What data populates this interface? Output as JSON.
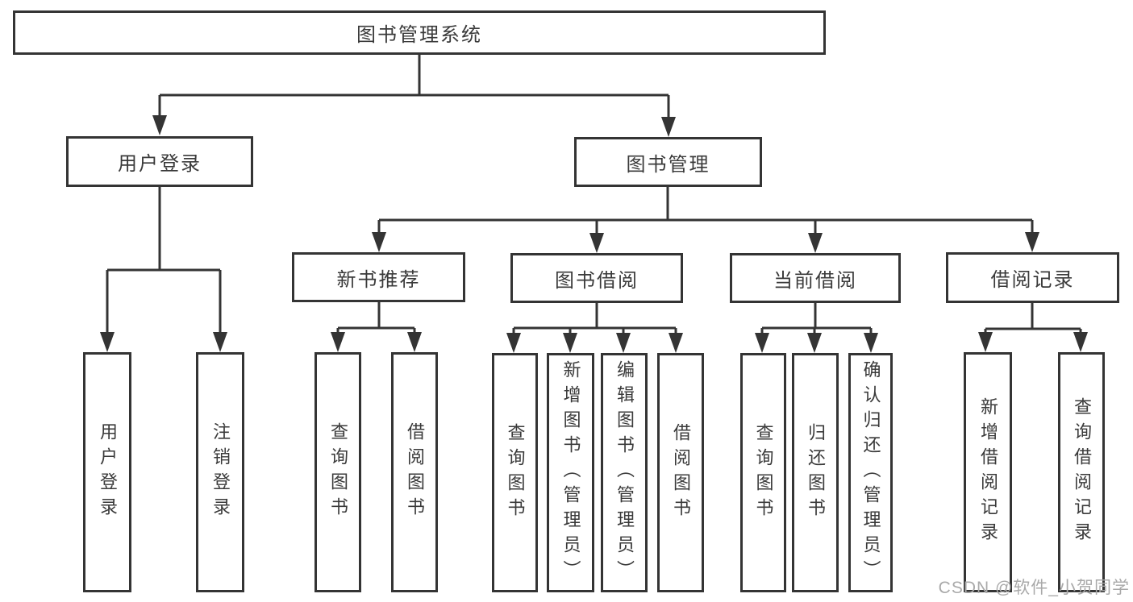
{
  "watermark": "CSDN @软件_小贺同学",
  "tree": {
    "root": {
      "label": "图书管理系统"
    },
    "branches": [
      {
        "label": "用户登录",
        "children": [
          {
            "label": "用户登录"
          },
          {
            "label": "注销登录"
          }
        ]
      },
      {
        "label": "图书管理",
        "children": [
          {
            "label": "新书推荐",
            "children": [
              {
                "label": "查询图书"
              },
              {
                "label": "借阅图书"
              }
            ]
          },
          {
            "label": "图书借阅",
            "children": [
              {
                "label": "查询图书"
              },
              {
                "label": "新增图书（管理员）"
              },
              {
                "label": "编辑图书（管理员）"
              },
              {
                "label": "借阅图书"
              }
            ]
          },
          {
            "label": "当前借阅",
            "children": [
              {
                "label": "查询图书"
              },
              {
                "label": "归还图书"
              },
              {
                "label": "确认归还（管理员）"
              }
            ]
          },
          {
            "label": "借阅记录",
            "children": [
              {
                "label": "新增借阅记录"
              },
              {
                "label": "查询借阅记录"
              }
            ]
          }
        ]
      }
    ]
  },
  "style": {
    "line_color": "#343434",
    "text_color": "#3a3a3a",
    "watermark_color": "#a9a9a9",
    "background": "#ffffff"
  }
}
